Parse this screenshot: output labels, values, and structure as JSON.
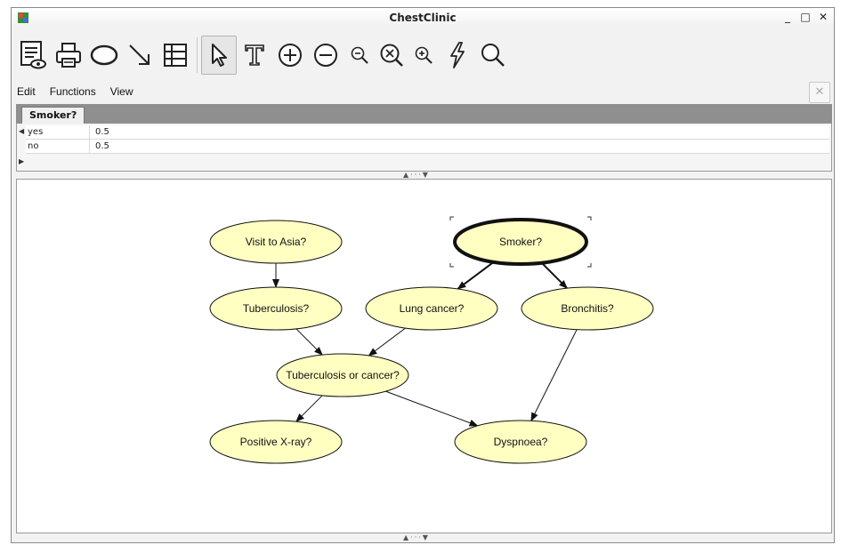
{
  "window": {
    "title": "ChestClinic"
  },
  "menu": [
    "Edit",
    "Functions",
    "View"
  ],
  "toolbar_icons": [
    "node-list-icon",
    "print-icon",
    "node-ellipse-icon",
    "link-arrow-icon",
    "table-icon",
    "pointer-icon",
    "text-icon",
    "zoom-plus-icon",
    "zoom-minus-icon",
    "zoom-out-icon",
    "zoom-fit-icon",
    "zoom-in-icon",
    "propagate-icon",
    "search-icon"
  ],
  "panel": {
    "tab": "Smoker?",
    "rows": [
      {
        "state": "yes",
        "value": "0.5"
      },
      {
        "state": "no",
        "value": "0.5"
      }
    ]
  },
  "network": {
    "selected": "Smoker?",
    "nodes": [
      {
        "label": "Visit to Asia?"
      },
      {
        "label": "Smoker?"
      },
      {
        "label": "Tuberculosis?"
      },
      {
        "label": "Lung cancer?"
      },
      {
        "label": "Bronchitis?"
      },
      {
        "label": "Tuberculosis or cancer?"
      },
      {
        "label": "Positive X-ray?"
      },
      {
        "label": "Dyspnoea?"
      }
    ],
    "edges": [
      [
        "Visit to Asia?",
        "Tuberculosis?"
      ],
      [
        "Smoker?",
        "Lung cancer?"
      ],
      [
        "Smoker?",
        "Bronchitis?"
      ],
      [
        "Tuberculosis?",
        "Tuberculosis or cancer?"
      ],
      [
        "Lung cancer?",
        "Tuberculosis or cancer?"
      ],
      [
        "Tuberculosis or cancer?",
        "Positive X-ray?"
      ],
      [
        "Tuberculosis or cancer?",
        "Dyspnoea?"
      ],
      [
        "Bronchitis?",
        "Dyspnoea?"
      ]
    ],
    "node_fill": "#ffffc2"
  }
}
